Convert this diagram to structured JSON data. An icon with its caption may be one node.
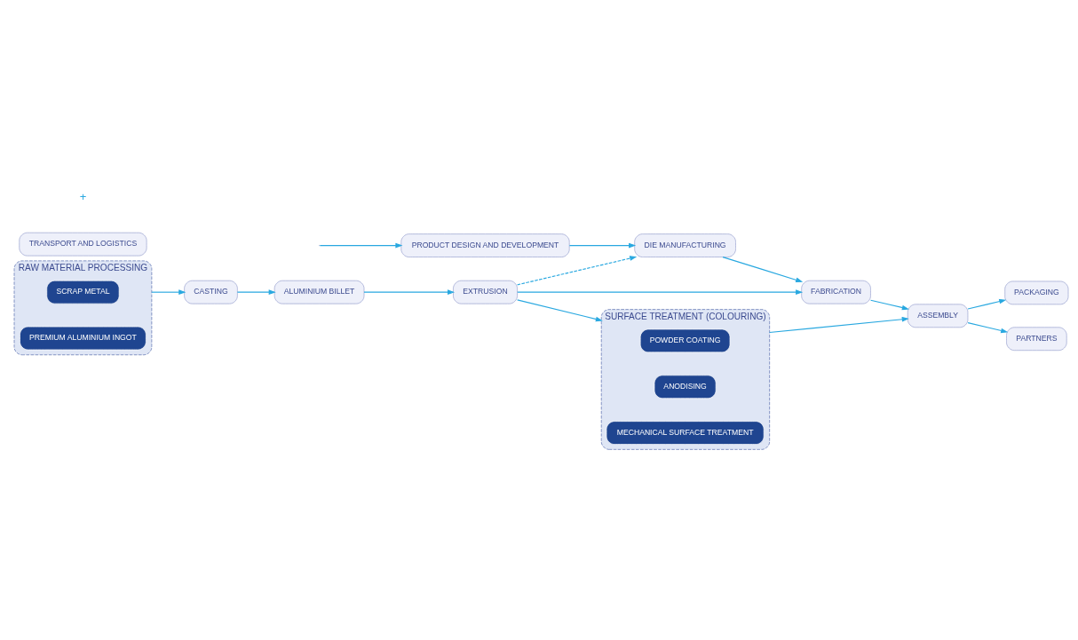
{
  "diagram": {
    "nodes": [
      {
        "text": [
          "RAW MATERIAL PROCESSING"
        ]
      },
      {
        "text": [
          "SCRAP METAL"
        ],
        "in": 0
      },
      {
        "text": [
          "PREMIUM ALUMINIUM INGOT"
        ],
        "in": 0
      },
      {
        "text": [
          "CASTING"
        ]
      },
      {
        "text": [
          "ALUMINIUM BILLET"
        ]
      },
      {
        "text": [
          "EXTRUSION"
        ]
      },
      {
        "text": [
          "PRODUCT DESIGN AND DEVELOPMENT"
        ]
      },
      {
        "text": [
          "DIE MANUFACTURING"
        ]
      },
      {
        "text": [
          "FABRICATION"
        ]
      },
      {
        "text": [
          "SURFACE TREATMENT (COLOURING)"
        ]
      },
      {
        "text": [
          "POWDER COATING"
        ],
        "in": 9
      },
      {
        "text": [
          "ANODISING"
        ],
        "in": 9
      },
      {
        "text": [
          "MECHANICAL SURFACE TREATMENT"
        ],
        "in": 9
      },
      {
        "text": [
          "ASSEMBLY"
        ]
      },
      {
        "text": [
          "PACKAGING"
        ]
      },
      {
        "text": [
          "TRANSPORT AND LOGISTICS"
        ]
      },
      {
        "text": [
          "PARTNERS"
        ]
      }
    ],
    "edges": [
      {
        "from": 0,
        "to": 3,
        "arrow": "to"
      },
      {
        "from": 3,
        "to": 4,
        "arrow": "to"
      },
      {
        "from": 4,
        "to": 5,
        "arrow": "to"
      },
      {
        "from": null,
        "to": 6,
        "arrow": "to"
      },
      {
        "from": 5,
        "to": 9,
        "arrow": "to"
      },
      {
        "from": 5,
        "to": 8,
        "arrow": "to"
      },
      {
        "from": 5,
        "to": 7,
        "arrow": "to",
        "style": "dashed"
      },
      {
        "from": 6,
        "to": 7,
        "arrow": "to"
      },
      {
        "from": 7,
        "to": 8,
        "arrow": "to"
      },
      {
        "from": 9,
        "to": 13,
        "arrow": "to"
      },
      {
        "from": 8,
        "to": 13,
        "arrow": "to"
      },
      {
        "from": 13,
        "to": 14,
        "arrow": "to"
      },
      {
        "from": 13,
        "to": 16,
        "arrow": "to"
      }
    ],
    "labels": [
      "+"
    ]
  }
}
